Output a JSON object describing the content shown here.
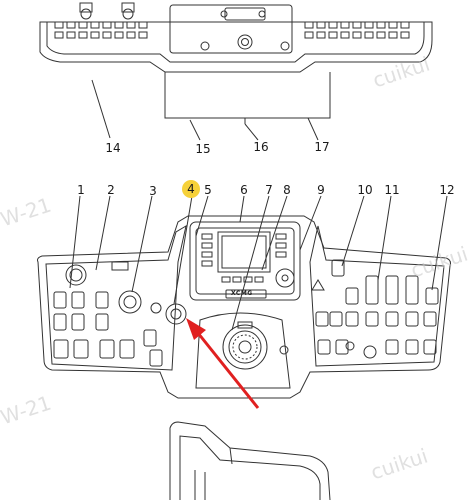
{
  "callouts": [
    {
      "id": "14",
      "label": "14"
    },
    {
      "id": "15",
      "label": "15"
    },
    {
      "id": "16",
      "label": "16"
    },
    {
      "id": "17",
      "label": "17"
    },
    {
      "id": "1",
      "label": "1"
    },
    {
      "id": "2",
      "label": "2"
    },
    {
      "id": "3",
      "label": "3"
    },
    {
      "id": "4",
      "label": "4",
      "highlight": true
    },
    {
      "id": "5",
      "label": "5"
    },
    {
      "id": "6",
      "label": "6"
    },
    {
      "id": "7",
      "label": "7"
    },
    {
      "id": "8",
      "label": "8"
    },
    {
      "id": "9",
      "label": "9"
    },
    {
      "id": "10",
      "label": "10"
    },
    {
      "id": "11",
      "label": "11"
    },
    {
      "id": "12",
      "label": "12"
    }
  ],
  "brand": "XCMG",
  "watermarks": [
    "cuikui",
    "W-21",
    "cuikui",
    "W-21",
    "cuikui"
  ],
  "colors": {
    "line": "#333333",
    "highlight": "#f6d13a",
    "arrow": "#e02020",
    "watermark": "#c8c8c8"
  }
}
